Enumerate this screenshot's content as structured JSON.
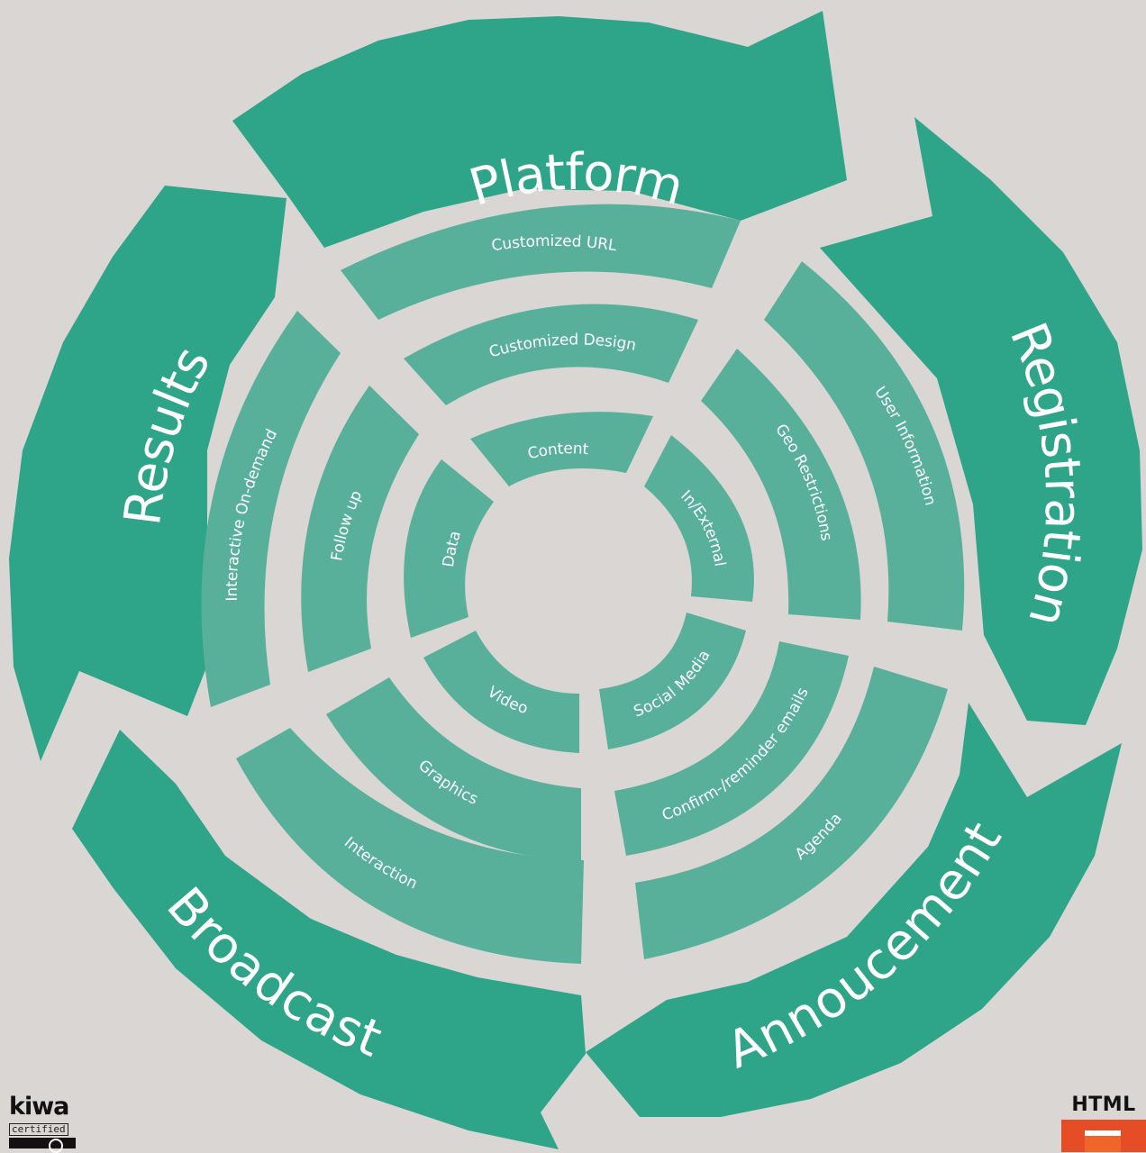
{
  "diagram": {
    "outer_arrows": [
      {
        "id": "platform",
        "label": "Platform"
      },
      {
        "id": "registration",
        "label": "Registration"
      },
      {
        "id": "annoucement",
        "label": "Annoucement"
      },
      {
        "id": "broadcast",
        "label": "Broadcast"
      },
      {
        "id": "results",
        "label": "Results"
      }
    ],
    "ring3": [
      {
        "id": "customized-url",
        "label": "Customized URL"
      },
      {
        "id": "user-information",
        "label": "User Information"
      },
      {
        "id": "agenda",
        "label": "Agenda"
      },
      {
        "id": "interaction",
        "label": "Interaction"
      },
      {
        "id": "interactive-on-demand",
        "label": "Interactive On-demand"
      }
    ],
    "ring2": [
      {
        "id": "customized-design",
        "label": "Customized Design"
      },
      {
        "id": "geo-restrictions",
        "label": "Geo Restrictions"
      },
      {
        "id": "confirm-reminder-emails",
        "label": "Confirm-/reminder emails"
      },
      {
        "id": "graphics",
        "label": "Graphics"
      },
      {
        "id": "follow-up",
        "label": "Follow up"
      }
    ],
    "ring1": [
      {
        "id": "content",
        "label": "Content"
      },
      {
        "id": "in-external",
        "label": "In/External"
      },
      {
        "id": "social-media",
        "label": "Social Media"
      },
      {
        "id": "video",
        "label": "Video"
      },
      {
        "id": "data",
        "label": "Data"
      }
    ]
  },
  "logos": {
    "kiwa": {
      "word": "kiwa",
      "sub": "certified"
    },
    "html5": {
      "word": "HTML"
    }
  },
  "colors": {
    "background": "#d9d6d3",
    "arrow": "#2ea488",
    "segment": "#58b09b",
    "text": "#ffffff"
  }
}
